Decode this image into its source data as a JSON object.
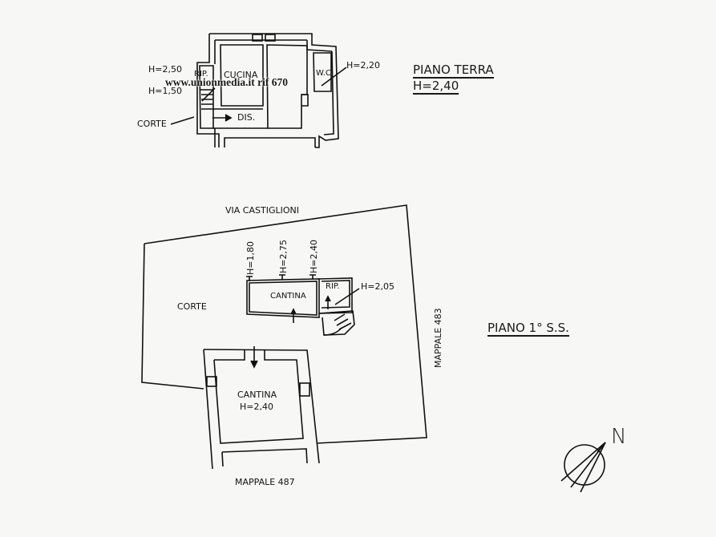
{
  "watermark": "www.unionmedia.it rif 670",
  "ground_floor": {
    "title": "PIANO TERRA",
    "height": "H=2,40",
    "rooms": {
      "storage": "RIP.",
      "kitchen": "CUCINA",
      "wc": "W.C.",
      "hall": "DIS.",
      "courtyard": "CORTE"
    },
    "heights": {
      "stair_top": "H=2,50",
      "stair_bottom": "H=1,50",
      "wc": "H=2,20"
    }
  },
  "basement_floor": {
    "title": "PIANO 1° S.S.",
    "street": "VIA CASTIGLIONI",
    "courtyard": "CORTE",
    "cellar_1": {
      "label": "CANTINA",
      "heights": [
        "H=1,80",
        "H=2,75",
        "H=2,40"
      ]
    },
    "storage": {
      "label": "RIP.",
      "height": "H=2,05"
    },
    "cellar_2": {
      "label": "CANTINA",
      "height": "H=2,40"
    },
    "parcel_east": "MAPPALE 483",
    "parcel_south": "MAPPALE 487"
  },
  "compass": {
    "label": "N"
  }
}
